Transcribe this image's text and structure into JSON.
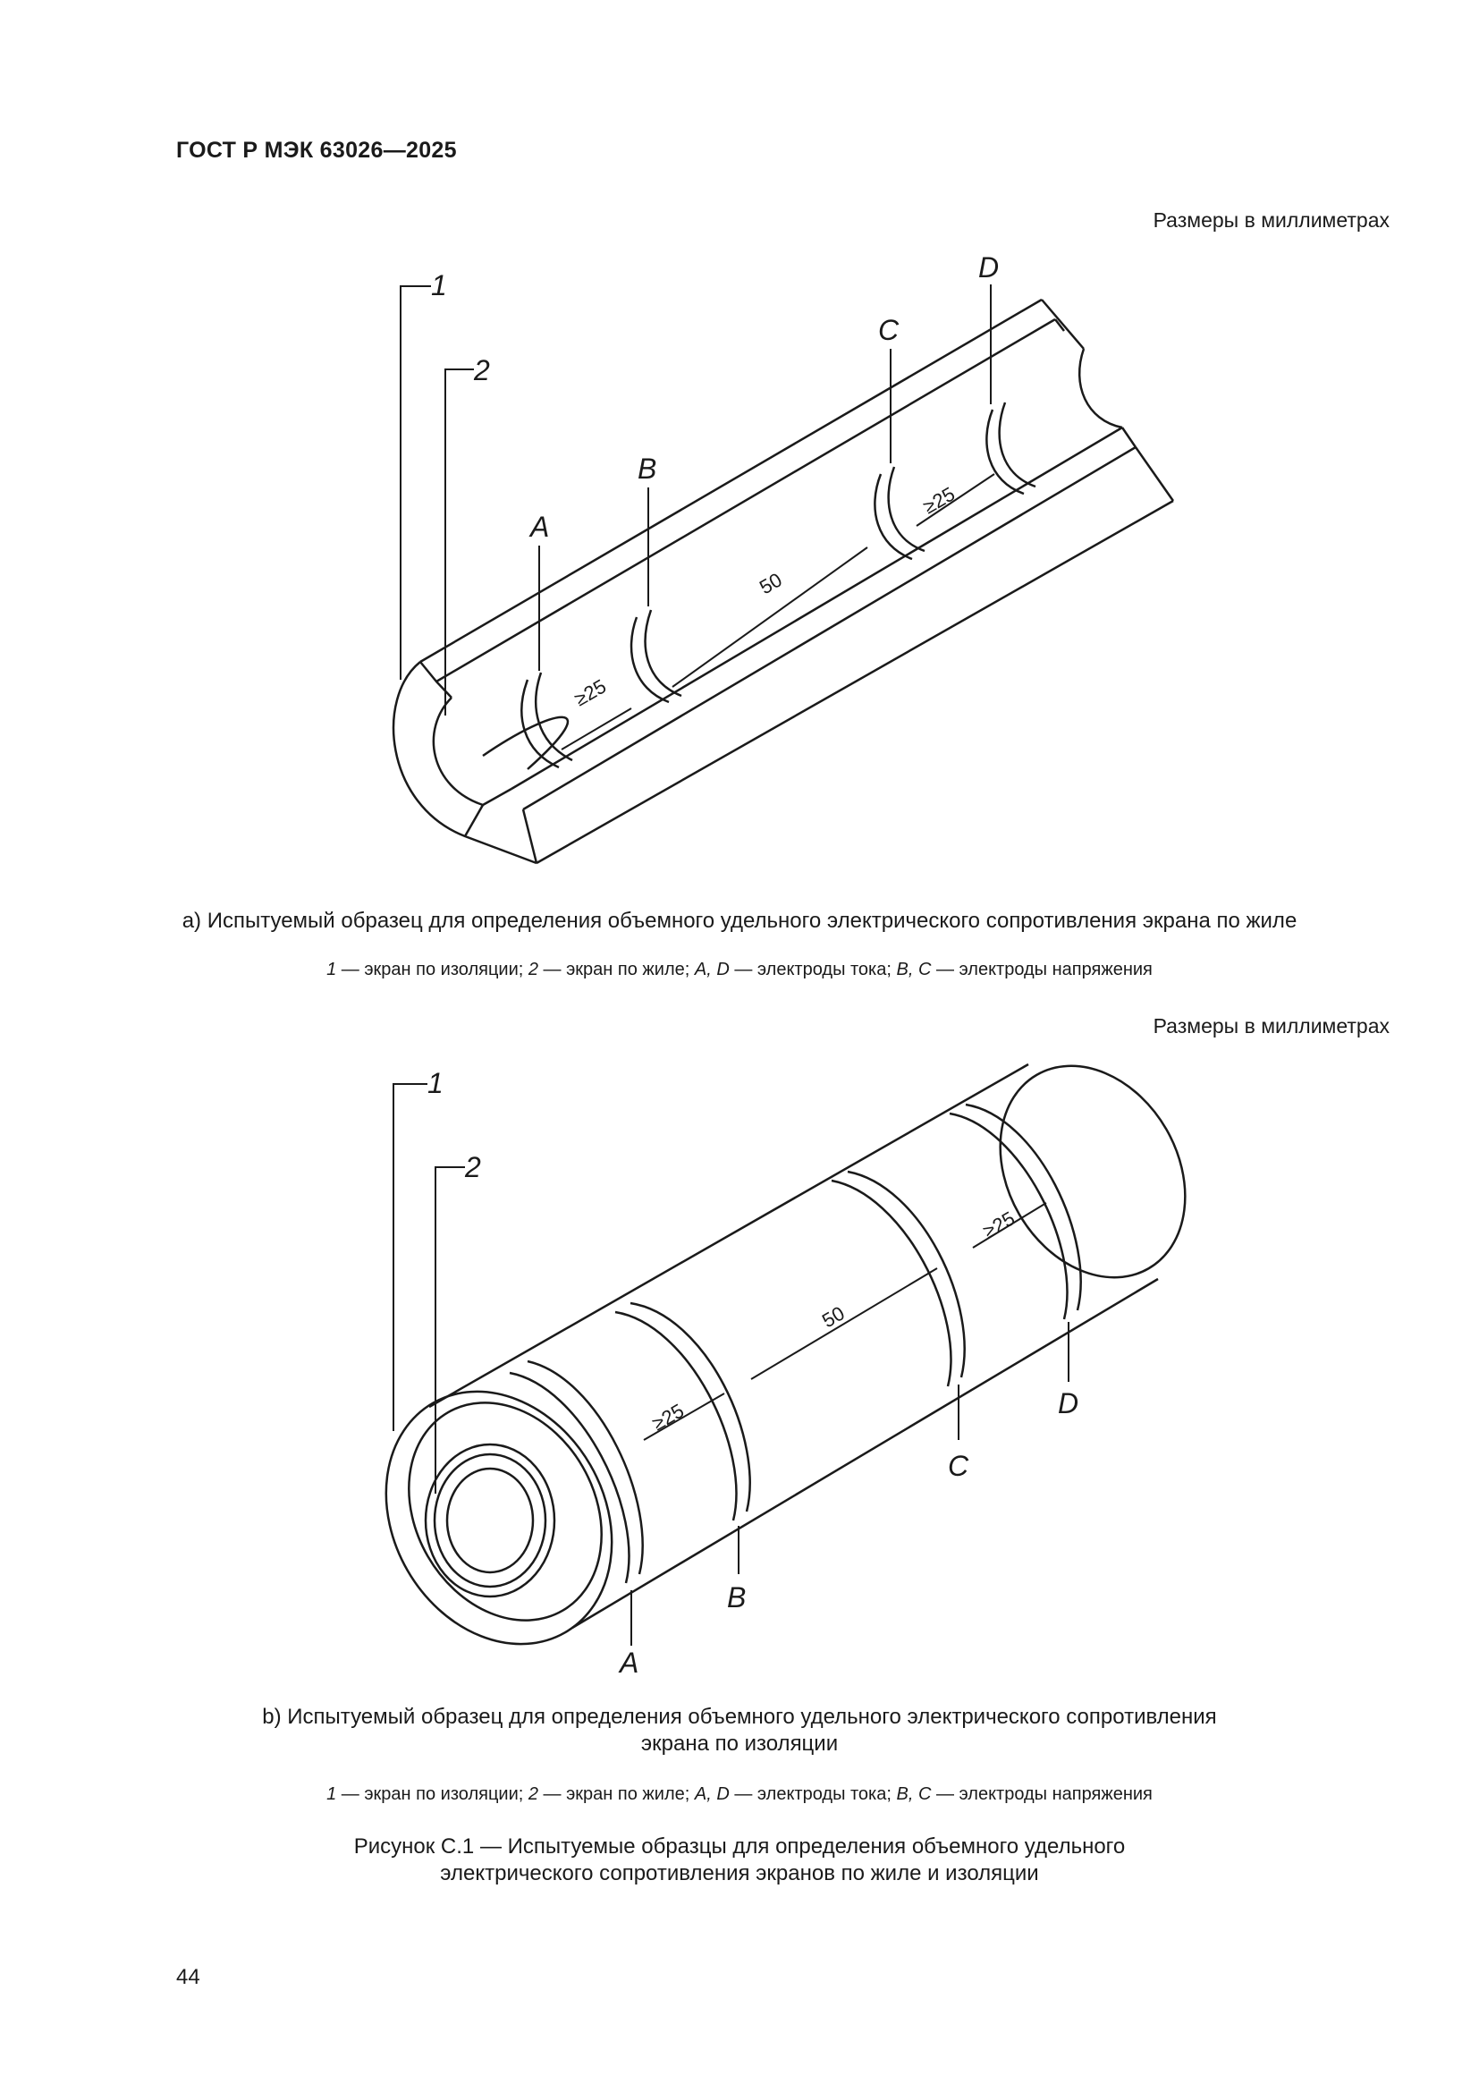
{
  "header": {
    "doc_id": "ГОСТ Р МЭК 63026—2025"
  },
  "figure_a": {
    "units_note": "Размеры в миллиметрах",
    "labels": {
      "l1": "1",
      "l2": "2",
      "A": "A",
      "B": "B",
      "C": "C",
      "D": "D"
    },
    "dims": {
      "ab": "≥25",
      "bc": "50",
      "cd": "≥25"
    },
    "caption": "a) Испытуемый образец для определения объемного удельного электрического сопротивления экрана по жиле",
    "legend": {
      "k1": "1",
      "t1": " — экран по изоляции; ",
      "k2": "2",
      "t2": " — экран по жиле; ",
      "k3": "A, D",
      "t3": " — электроды тока; ",
      "k4": "B, C",
      "t4": " — электроды напряжения"
    }
  },
  "figure_b": {
    "units_note": "Размеры в миллиметрах",
    "labels": {
      "l1": "1",
      "l2": "2",
      "A": "A",
      "B": "B",
      "C": "C",
      "D": "D"
    },
    "dims": {
      "ab": "≥25",
      "bc": "50",
      "cd": "≥25"
    },
    "caption_line1": "b) Испытуемый образец для определения объемного удельного электрического сопротивления",
    "caption_line2": "экрана по изоляции",
    "legend": {
      "k1": "1",
      "t1": " — экран по изоляции; ",
      "k2": "2",
      "t2": " — экран по жиле; ",
      "k3": "A, D",
      "t3": " — электроды тока; ",
      "k4": "B, C",
      "t4": " — электроды напряжения"
    }
  },
  "figure_title": {
    "line1": "Рисунок С.1 — Испытуемые образцы для определения объемного удельного",
    "line2": "электрического сопротивления экранов по жиле и изоляции"
  },
  "page_number": "44"
}
